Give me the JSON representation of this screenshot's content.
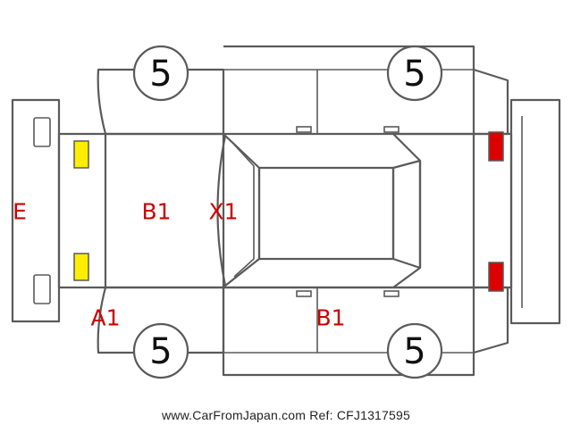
{
  "colors": {
    "outline": "#5a5a5a",
    "code_text": "#cc0000",
    "front_light": "#ffee00",
    "rear_light": "#dd0000",
    "footer_text": "#222222"
  },
  "tire_labels": [
    "5",
    "5",
    "5",
    "5"
  ],
  "damage_codes": {
    "front_bumper": "E",
    "hood": "B1",
    "windshield": "X1",
    "front_left_fender": "A1",
    "left_side_doors": "B1"
  },
  "footer": {
    "site": "www.CarFromJapan.com",
    "ref": "Ref: CFJ1317595"
  }
}
